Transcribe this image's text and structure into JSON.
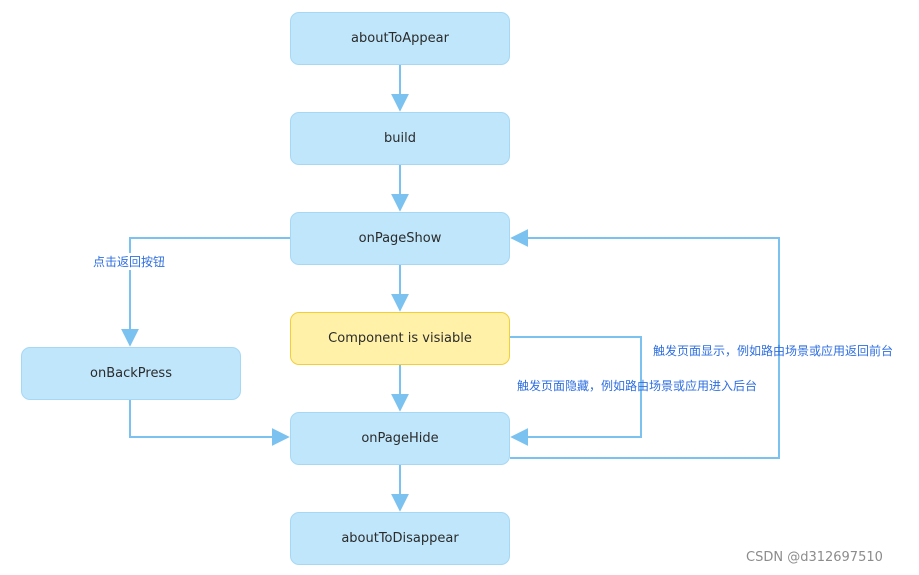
{
  "nodes": {
    "about_to_appear": "aboutToAppear",
    "build": "build",
    "on_page_show": "onPageShow",
    "component_visible": "Component is visiable",
    "on_back_press": "onBackPress",
    "on_page_hide": "onPageHide",
    "about_to_disappear": "aboutToDisappear"
  },
  "edge_labels": {
    "back_button": "点击返回按钮",
    "to_foreground": "触发页面显示，例如路由场景或应用返回前台",
    "to_background": "触发页面隐藏，例如路由场景或应用进入后台"
  },
  "watermark": "CSDN @d312697510",
  "colors": {
    "node_fill": "#bfe6fb",
    "node_border": "#a6d8f5",
    "highlight_fill": "#fff1a8",
    "highlight_border": "#f2cf3a",
    "edge": "#7cc2f0",
    "label_text": "#2f6fe0"
  }
}
